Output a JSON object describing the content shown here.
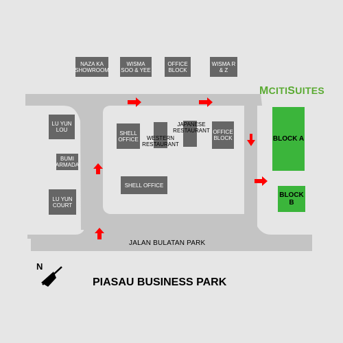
{
  "title": "PIASAU BUSINESS PARK",
  "road_name": "JALAN BULATAN PARK",
  "logo": {
    "m": "M",
    "citi": "CITI",
    "s": "S",
    "uites": "UITES"
  },
  "north_label": "N",
  "buildings": {
    "naza": "NAZA KA SHOWROOM",
    "wisma_soo": "WISMA SOO & YEE",
    "office_top": "OFFICE BLOCK",
    "wisma_rz": "WISMA R & Z",
    "lu_yun_lou": "LU YUN LOU",
    "bumi": "BUMI ARMADA",
    "lu_yun_court": "LU YUN COURT",
    "shell_office_1": "SHELL OFFICE",
    "western": "WESTERN RESTAURANT",
    "japanese": "JAPANESE RESTAURANT",
    "office_inner": "OFFICE BLOCK",
    "shell_office_2": "SHELL OFFICE"
  },
  "blocks": {
    "a": "BLOCK A",
    "b": "BLOCK B"
  },
  "colors": {
    "road": "#c4c4c4",
    "building": "#666666",
    "block": "#3bb53b",
    "arrow": "#ff0000",
    "background": "#e6e6e6"
  }
}
